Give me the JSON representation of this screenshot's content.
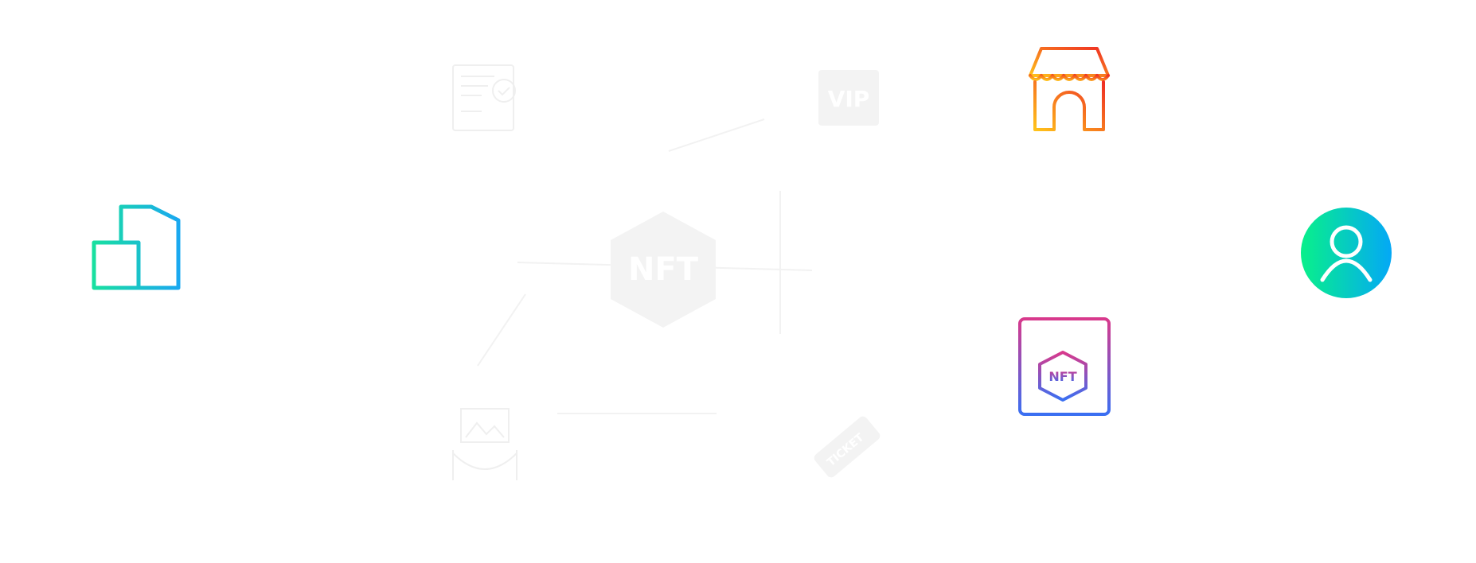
{
  "center": {
    "hex_label": "NFT"
  },
  "vip_badge": {
    "label": "VIP"
  },
  "ticket": {
    "label": "TICKET"
  },
  "nft_browser": {
    "label": "NFT"
  },
  "colors": {
    "building_gradient": [
      "#18e0a0",
      "#1aa8f0"
    ],
    "store_gradient": [
      "#ffc21a",
      "#ef2e24"
    ],
    "browser_gradient": [
      "#d8398c",
      "#3a6ff2"
    ],
    "user_gradient": [
      "#08f08a",
      "#04a8f6"
    ],
    "ghost": "#efefef"
  },
  "icons": [
    "office-building-icon",
    "certificate-icon",
    "vip-card-icon",
    "storefront-icon",
    "nft-hexagon-icon",
    "art-gallery-icon",
    "ticket-icon",
    "nft-browser-icon",
    "user-avatar-icon"
  ]
}
